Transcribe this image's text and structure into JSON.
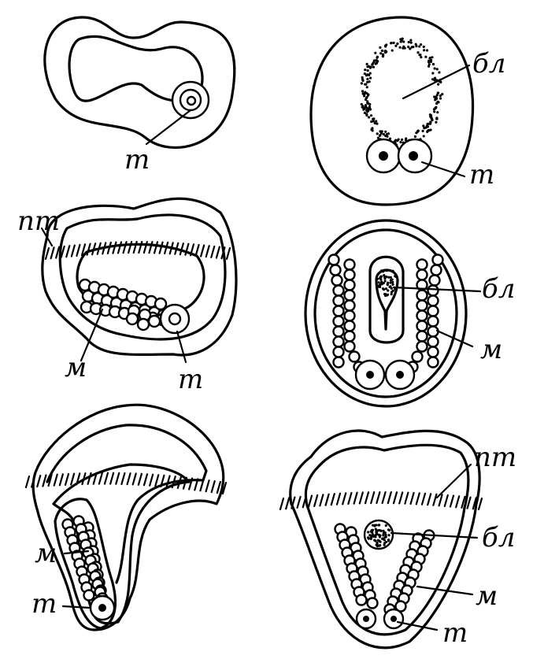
{
  "figure": {
    "panels": [
      {
        "id": "p1",
        "labels": {
          "primordial_cell": "m"
        }
      },
      {
        "id": "p2",
        "labels": {
          "blastocoel": "бл",
          "primordial_cell": "m"
        }
      },
      {
        "id": "p3",
        "labels": {
          "prototroch": "пт",
          "mesoderm": "м",
          "primordial_cell": "m"
        }
      },
      {
        "id": "p4",
        "labels": {
          "blastocoel": "бл",
          "mesoderm": "м"
        }
      },
      {
        "id": "p5",
        "labels": {
          "mesoderm": "м",
          "primordial_cell": "m"
        }
      },
      {
        "id": "p6",
        "labels": {
          "prototroch": "пт",
          "blastocoel": "бл",
          "mesoderm": "м",
          "primordial_cell": "m"
        }
      }
    ]
  }
}
